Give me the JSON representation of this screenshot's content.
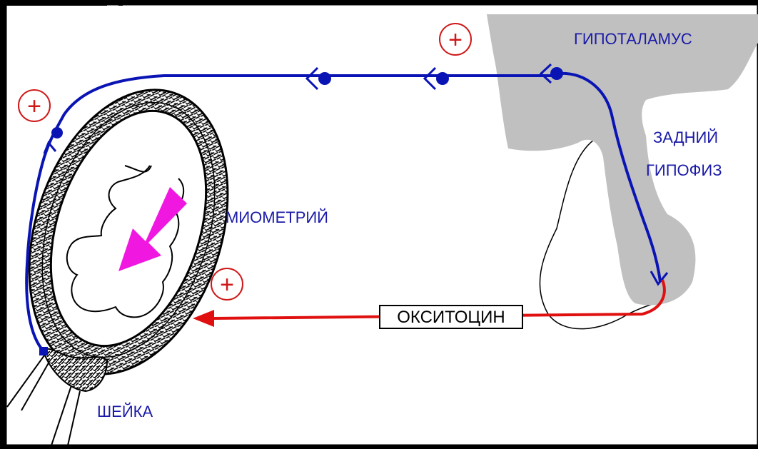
{
  "labels": {
    "hypothalamus": "ГИПОТАЛАМУС",
    "posterior_line1": "ЗАДНИЙ",
    "posterior_line2": "ГИПОФИЗ",
    "myometrium": "МИОМЕТРИЙ",
    "cervix": "ШЕЙКА",
    "oxytocin": "ОКСИТОЦИН"
  },
  "signs": {
    "top": "+",
    "left": "+",
    "bottom": "+"
  },
  "colors": {
    "background": "#ffffff",
    "nerve_path": "#0a14b4",
    "hormone_path": "#e01010",
    "sign_circle": "#d01818",
    "gland_fill": "#c0c0c0",
    "fetus_arrow": "#f018e0",
    "label_blue": "#1a1aa8",
    "frame": "#000000"
  }
}
